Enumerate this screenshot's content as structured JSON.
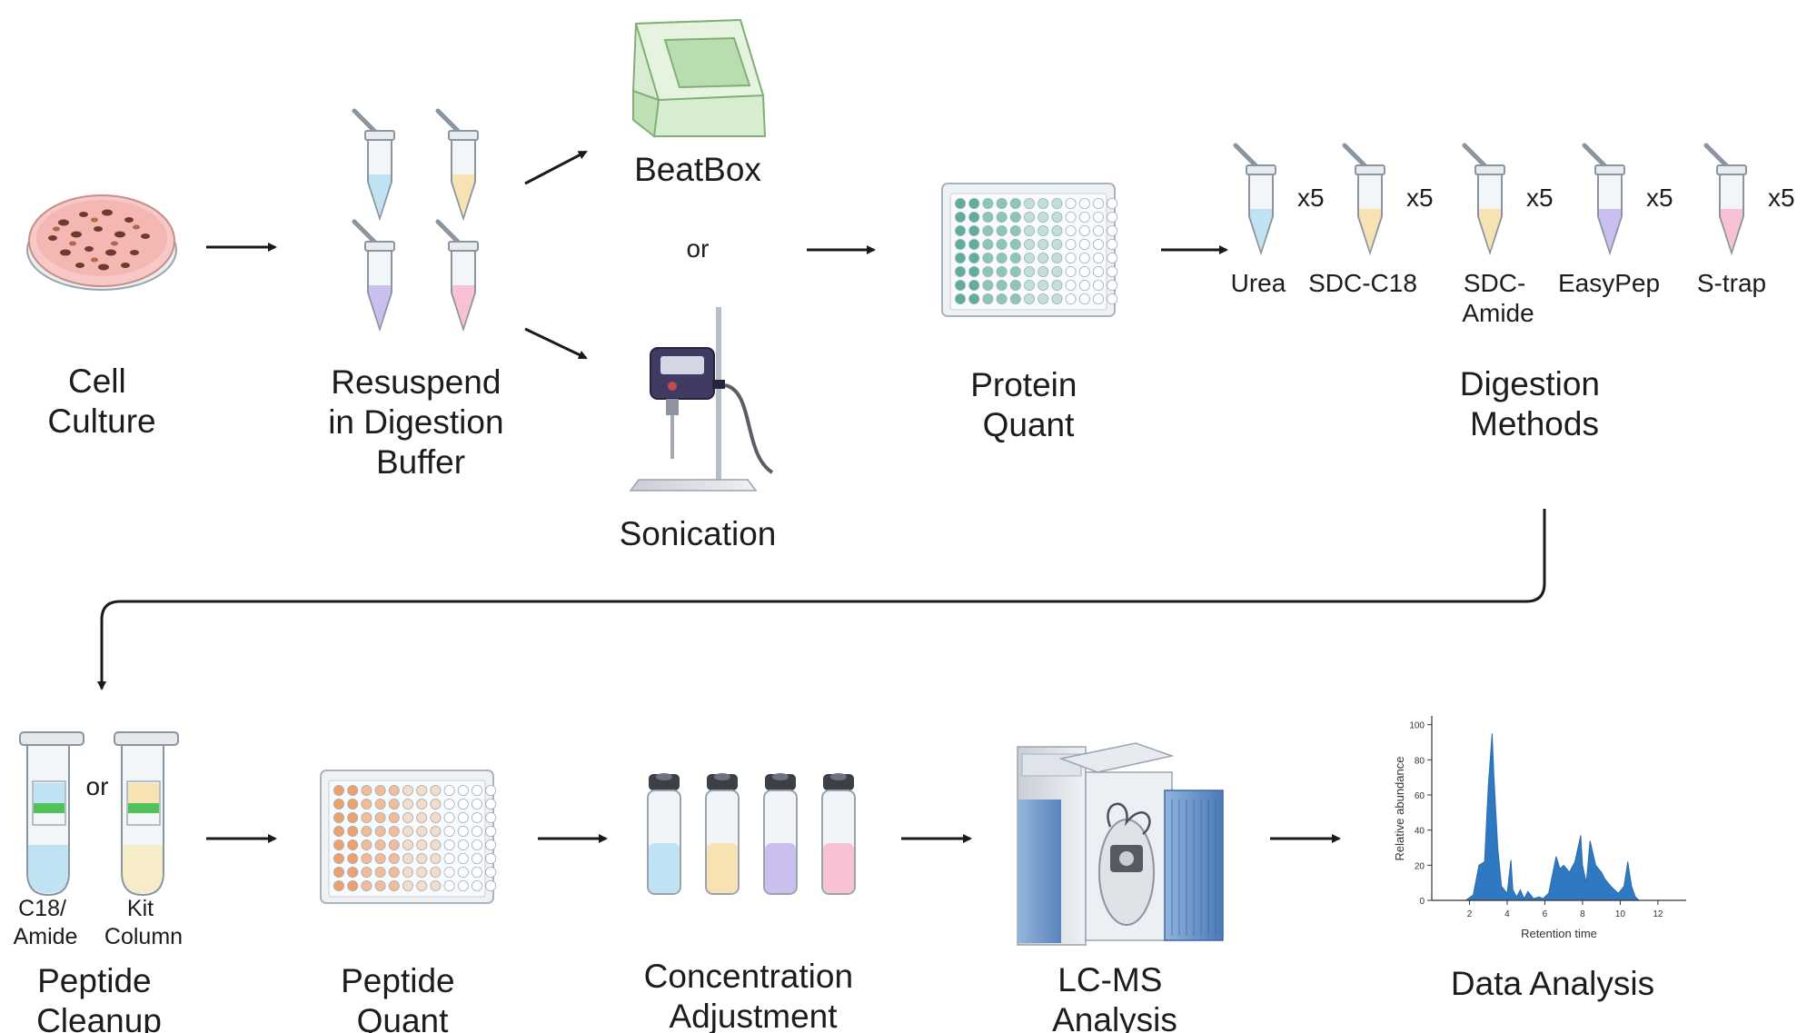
{
  "top_row": {
    "cell_culture": [
      "Cell",
      "Culture"
    ],
    "resuspend": [
      "Resuspend",
      "in Digestion",
      "Buffer"
    ],
    "beatbox": "BeatBox",
    "or": "or",
    "sonication": "Sonication",
    "protein_quant": [
      "Protein",
      "Quant"
    ],
    "digestion_methods": [
      "Digestion",
      "Methods"
    ],
    "multiplier": "x5",
    "methods": [
      {
        "label": [
          "Urea"
        ],
        "color": "#bfe3f2"
      },
      {
        "label": [
          "SDC-C18"
        ],
        "color": "#f6e2b2"
      },
      {
        "label": [
          "SDC-",
          "Amide"
        ],
        "color": "#f6e2b2"
      },
      {
        "label": [
          "EasyPep"
        ],
        "color": "#cbbff0"
      },
      {
        "label": [
          "S-trap"
        ],
        "color": "#f7c2d4"
      }
    ]
  },
  "bottom_row": {
    "or": "or",
    "column_c18": [
      "C18/",
      "Amide"
    ],
    "column_kit": [
      "Kit",
      "Column"
    ],
    "peptide_cleanup": [
      "Peptide",
      "Cleanup"
    ],
    "peptide_quant": [
      "Peptide",
      "Quant"
    ],
    "concentration": [
      "Concentration",
      "Adjustment"
    ],
    "lcms": [
      "LC-MS",
      "Analysis"
    ],
    "data_analysis": "Data Analysis"
  },
  "colors": {
    "blue_liquid": "#bfe3f2",
    "yellow_liquid": "#f6e2b2",
    "purple_liquid": "#cbbff0",
    "pink_liquid": "#f7c2d4",
    "teal_wells": "#5fae9d",
    "orange_wells": "#eda26d",
    "chromatogram": "#2f79c2"
  },
  "chart_data": {
    "type": "area",
    "xlabel": "Retention time",
    "ylabel": "Relative abundance",
    "xticks": [
      2,
      4,
      6,
      8,
      10,
      12
    ],
    "yticks": [
      0,
      20,
      40,
      60,
      80,
      100
    ],
    "xlim": [
      0,
      13.5
    ],
    "ylim": [
      0,
      105
    ],
    "x": [
      1.8,
      2.2,
      2.5,
      2.8,
      3.0,
      3.2,
      3.3,
      3.5,
      3.7,
      4.0,
      4.2,
      4.3,
      4.5,
      4.7,
      4.9,
      5.1,
      5.4,
      5.7,
      5.9,
      6.2,
      6.6,
      6.8,
      7.0,
      7.3,
      7.6,
      7.9,
      8.0,
      8.2,
      8.4,
      8.7,
      9.0,
      9.2,
      9.5,
      9.9,
      10.2,
      10.4,
      10.6,
      10.8,
      11.0
    ],
    "y": [
      0,
      3,
      20,
      22,
      65,
      95,
      70,
      30,
      8,
      4,
      23,
      6,
      2,
      6,
      1,
      5,
      1,
      2,
      1,
      4,
      25,
      18,
      20,
      16,
      22,
      37,
      20,
      10,
      34,
      20,
      16,
      12,
      8,
      4,
      8,
      22,
      8,
      2,
      0
    ]
  }
}
